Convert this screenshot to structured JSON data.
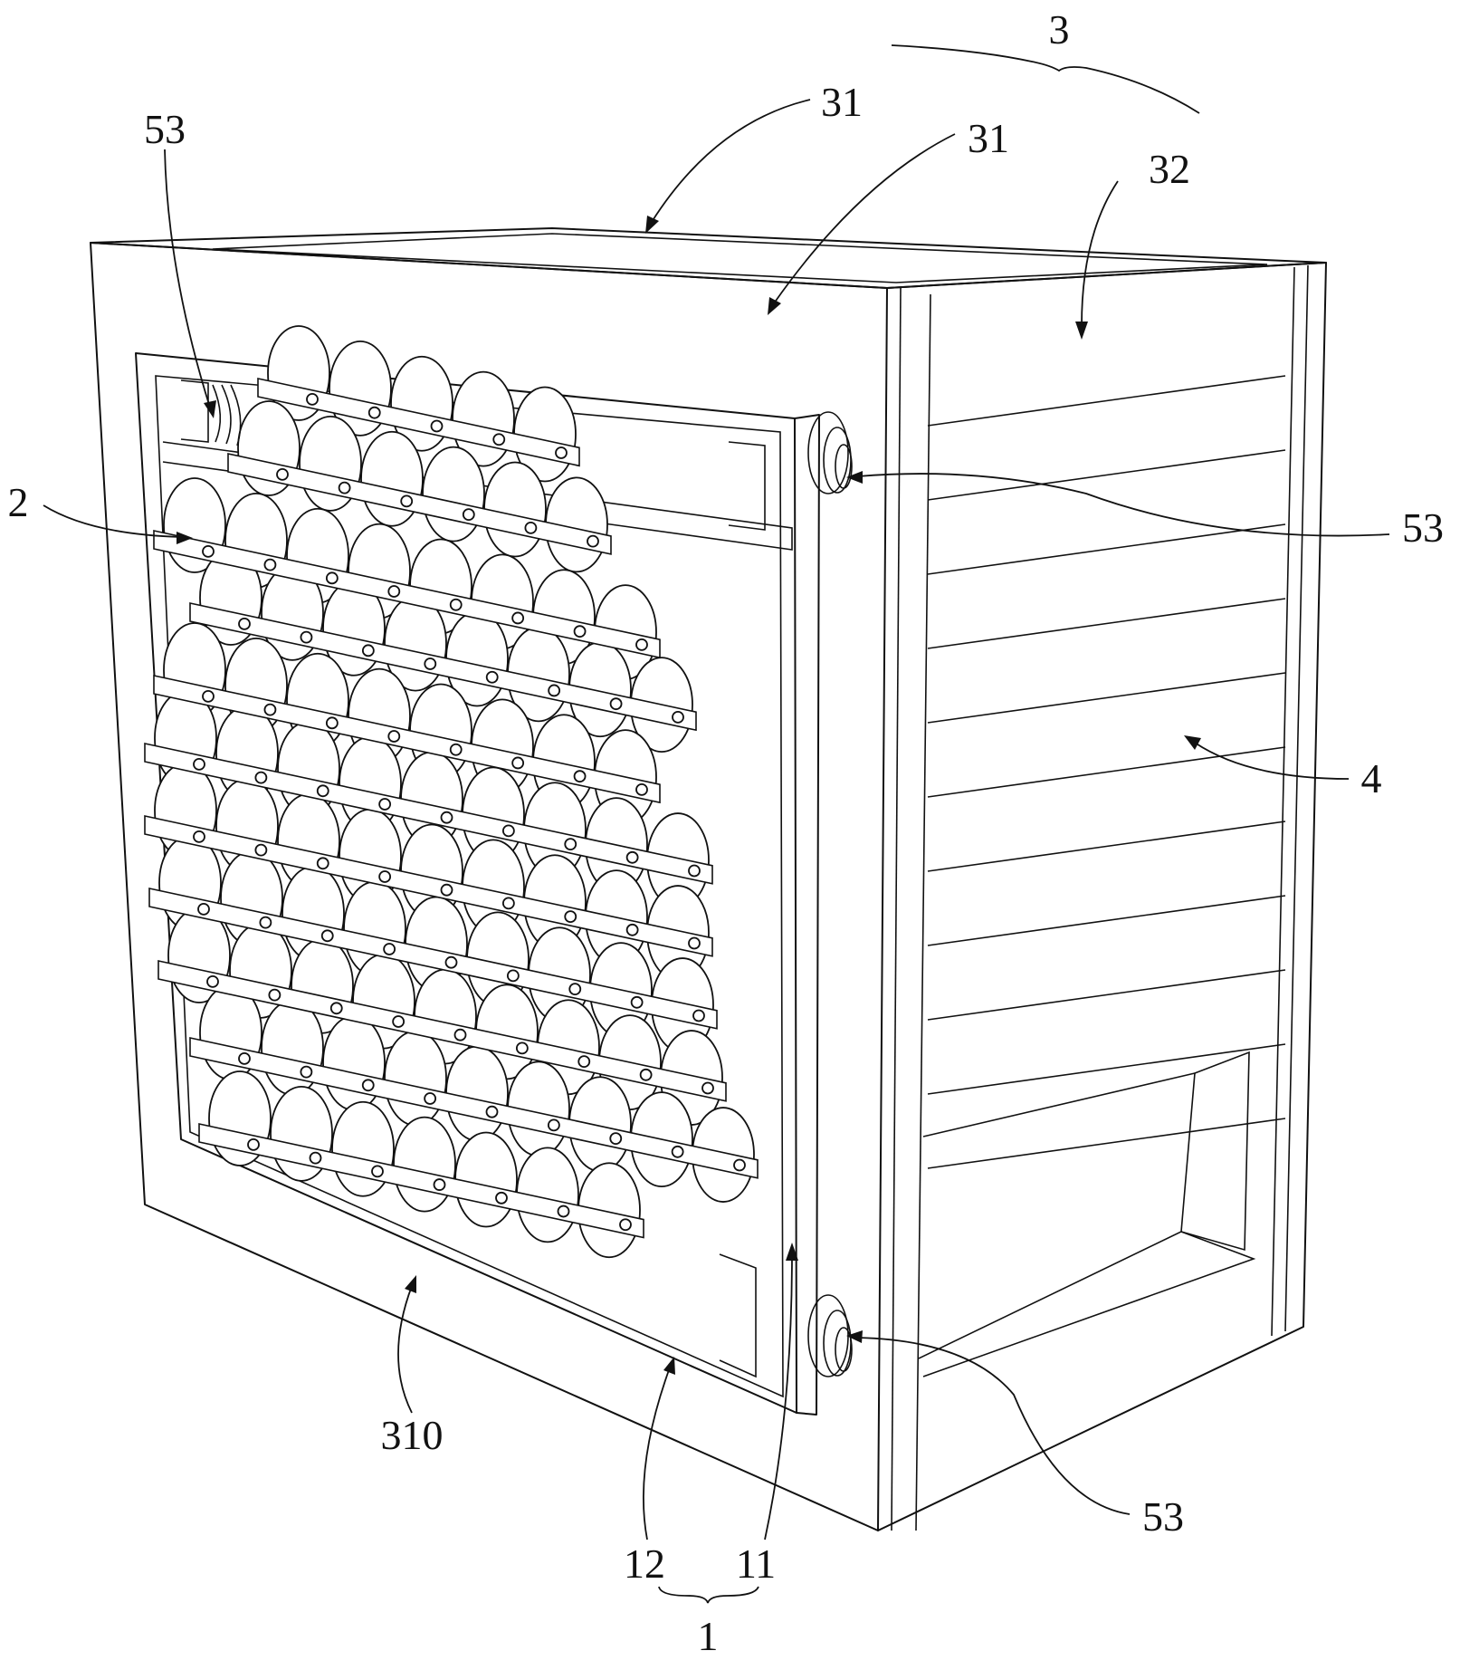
{
  "figure": {
    "labels": {
      "l3": "3",
      "l31a": "31",
      "l31b": "31",
      "l32": "32",
      "l53_top_left": "53",
      "l53_right_upper": "53",
      "l53_right_lower": "53",
      "l2": "2",
      "l4": "4",
      "l310": "310",
      "l12": "12",
      "l11": "11",
      "l1": "1"
    }
  },
  "colors": {
    "line": "#111111",
    "background": "#ffffff"
  }
}
